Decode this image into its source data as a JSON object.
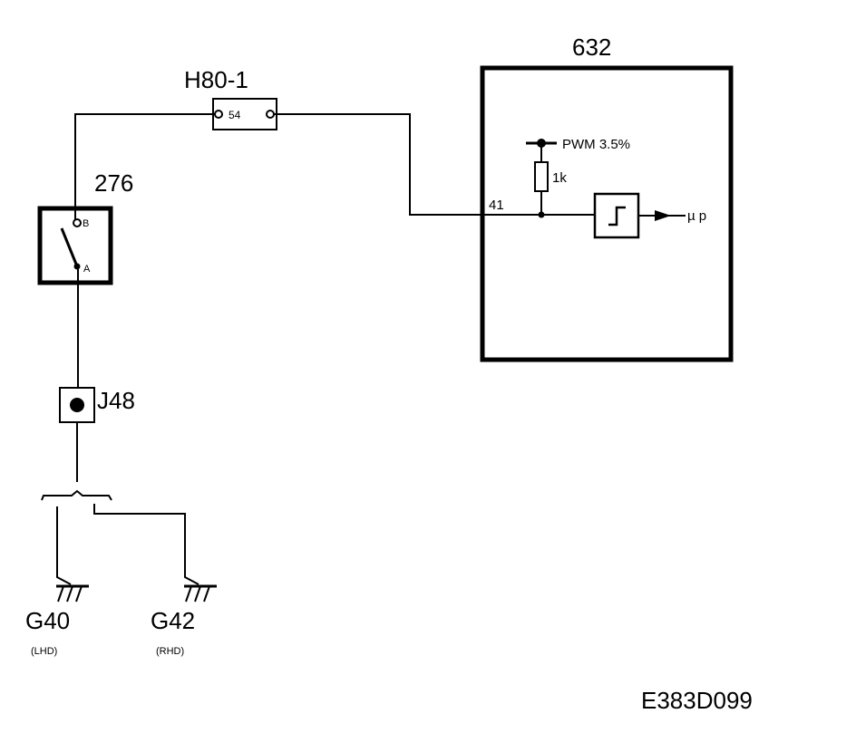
{
  "components": {
    "fuse": {
      "id": "H80-1",
      "pin": "54"
    },
    "switch": {
      "id": "276",
      "pin_b": "B",
      "pin_a": "A"
    },
    "connector": {
      "id": "J48"
    },
    "control_unit": {
      "id": "632",
      "pin": "41",
      "pullup_label": "PWM 3.5%",
      "resistor_label": "1k",
      "output_label": "µ p"
    }
  },
  "grounds": [
    {
      "id": "G40",
      "variant": "(LHD)"
    },
    {
      "id": "G42",
      "variant": "(RHD)"
    }
  ],
  "figure_code": "E383D099"
}
